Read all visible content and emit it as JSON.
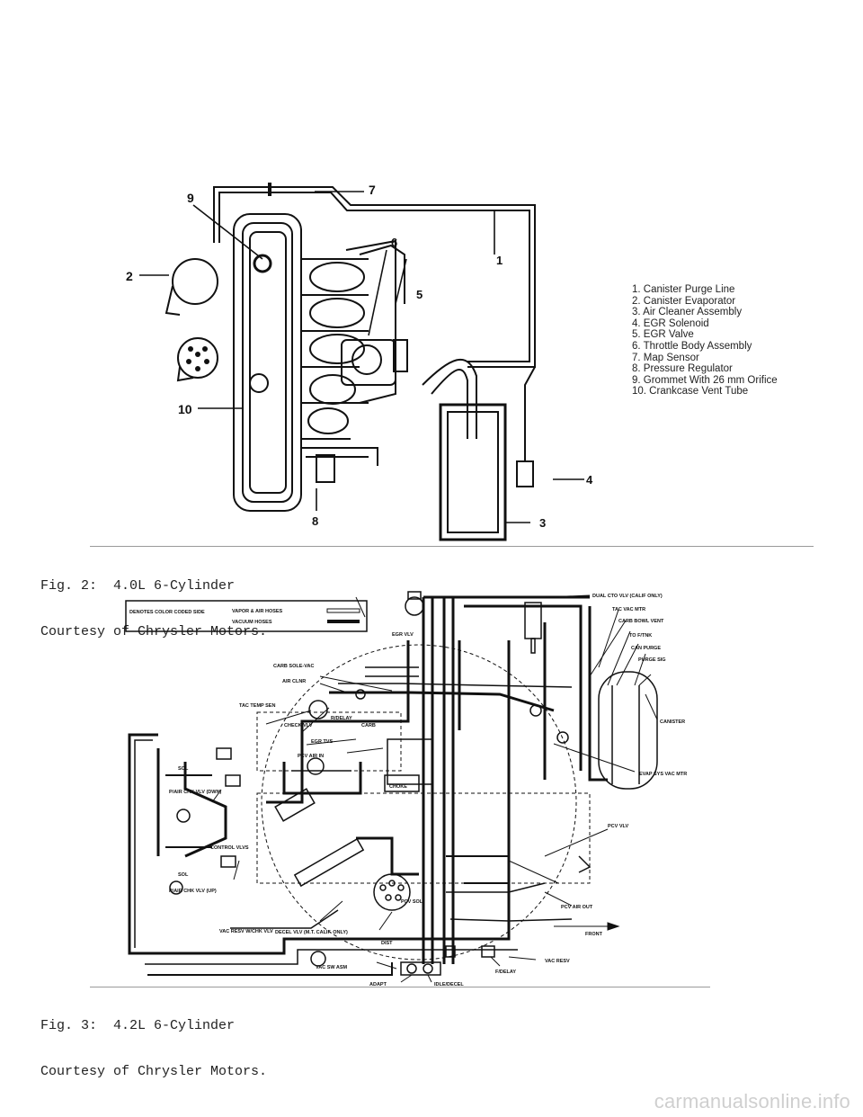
{
  "fig2": {
    "caption_line1": "Fig. 2:  4.0L 6-Cylinder",
    "caption_line2": "Courtesy of Chrysler Motors.",
    "callouts": [
      "1",
      "2",
      "3",
      "4",
      "5",
      "6",
      "7",
      "8",
      "9",
      "10"
    ],
    "legend": [
      "1. Canister Purge Line",
      "2. Canister Evaporator",
      "3. Air Cleaner Assembly",
      "4. EGR Solenoid",
      "5. EGR Valve",
      "6. Throttle Body Assembly",
      "7. Map Sensor",
      "8. Pressure Regulator",
      "9. Grommet With 26 mm Orifice",
      "10. Crankcase Vent Tube"
    ]
  },
  "fig3": {
    "caption_line1": "Fig. 3:  4.2L 6-Cylinder",
    "caption_line2": "Courtesy of Chrysler Motors.",
    "key": {
      "color_coded": "DENOTES COLOR CODED SIDE",
      "vapor_hoses": "VAPOR & AIR HOSES",
      "vacuum_hoses": "VACUUM HOSES"
    },
    "labels": {
      "dual_cto": "DUAL CTO VLV (CALIF ONLY)",
      "tac_vac_mtr": "TAC VAC MTR",
      "carb_bowl_vent": "CARB BOWL VENT",
      "to_ftnk": "TO F/TNK",
      "can_purge": "CAN PURGE",
      "purge_sig": "PURGE SIG",
      "canister": "CANISTER",
      "egr_vlv": "EGR VLV",
      "carb_sole_vac": "CARB SOLE-VAC",
      "air_clnr": "AIR CLNR",
      "tac_temp_sen": "TAC TEMP SEN",
      "r_delay": "R/DELAY",
      "check_vlv": "CHECK VLV",
      "carb": "CARB",
      "egr_tvs": "EGR TVS",
      "pcv_air_in": "PCV AIR IN",
      "choke": "CHOKE",
      "sol_top": "SOL",
      "pair_chk_down": "P/AIR CHK VLV (DWN)",
      "control_vlvs": "CONTROL VLVS",
      "sol_bottom": "SOL",
      "pair_chk_up": "P/AIR CHK VLV (UP)",
      "vac_resv_chk": "VAC RESV W/CHK VLV",
      "decel_vlv": "DECEL VLV (M.T. CALIF. ONLY)",
      "evap_sys": "EVAP SYS VAC MTR",
      "pcv_vlv": "PCV VLV",
      "pcv_sol": "PCV SOL",
      "pcv_air_out": "PCV AIR OUT",
      "front": "FRONT",
      "dist": "DIST",
      "vac_sw_asm": "VAC SW ASM",
      "vac_resv": "VAC RESV",
      "f_delay": "F/DELAY",
      "adapt": "ADAPT",
      "idle_decel": "IDLE/DECEL"
    }
  },
  "watermark": "carmanualsonline.info"
}
